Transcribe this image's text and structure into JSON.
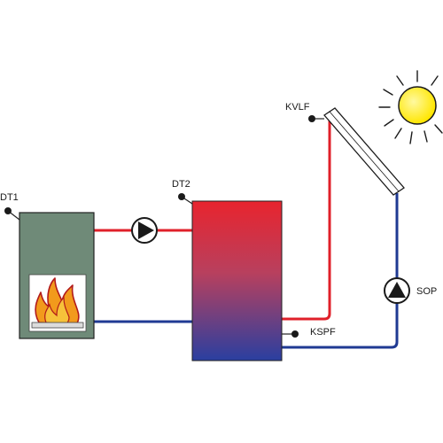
{
  "labels": {
    "dt1": "DT1",
    "dt2": "DT2",
    "kvlf": "KVLF",
    "kspf": "KSPF",
    "sop": "SOP"
  },
  "colors": {
    "hot_pipe": "#e0202a",
    "cold_pipe": "#1f3a93",
    "boiler_body": "#6f8a78",
    "tank_top": "#e8242e",
    "tank_bottom": "#2a3fa0",
    "sun": "#ffee00",
    "flame": "#f29a1c"
  },
  "icons": {
    "boiler": "wood-boiler-fire-icon",
    "boiler_pump": "pump-icon",
    "solar_pump": "pump-icon",
    "collector": "solar-collector-icon",
    "sun": "sun-icon"
  }
}
